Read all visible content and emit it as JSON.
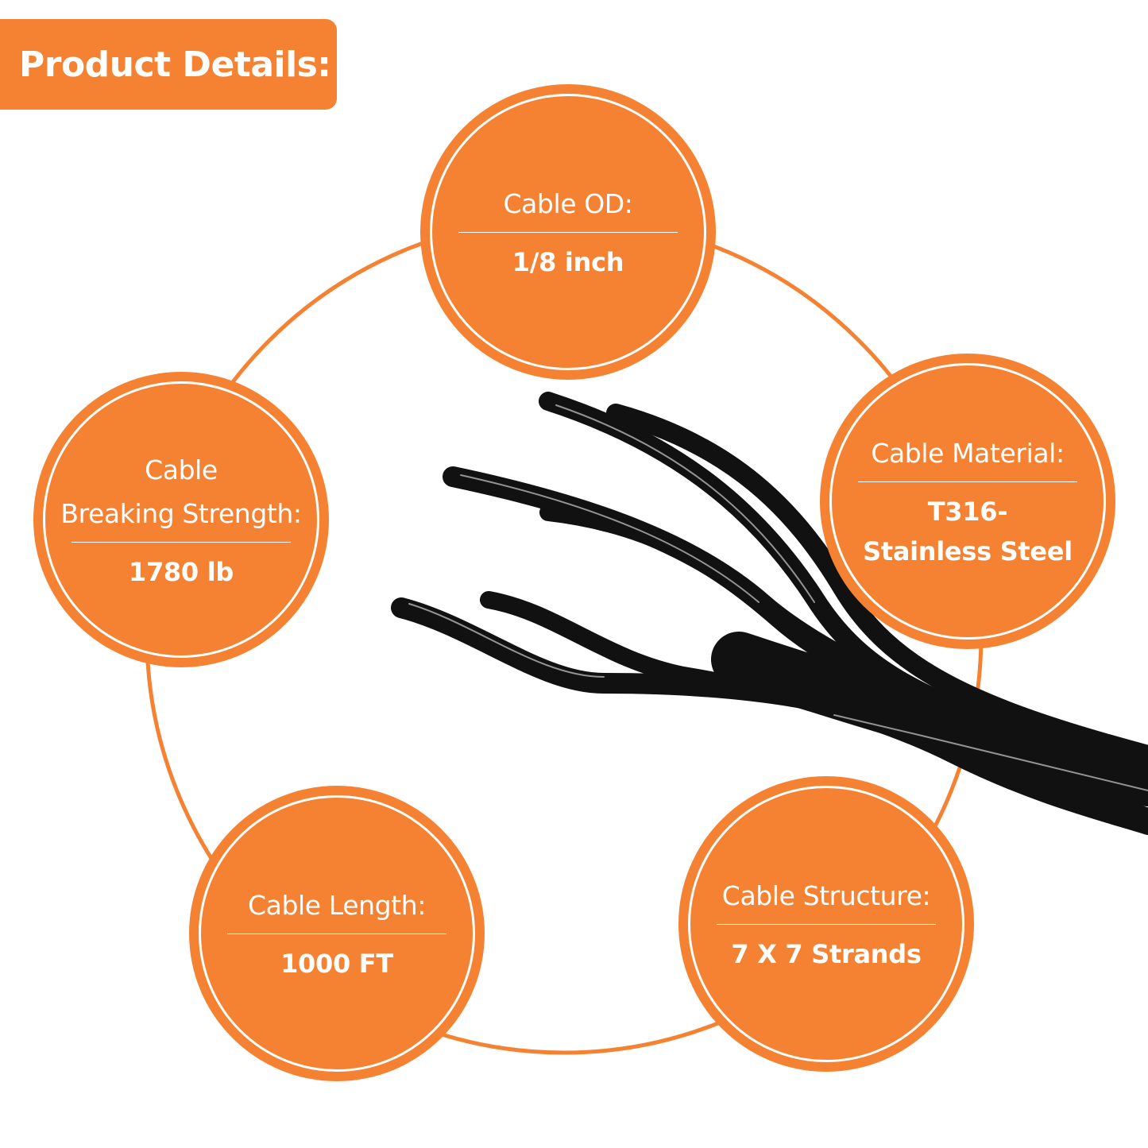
{
  "header": {
    "title": "Product Details:"
  },
  "colors": {
    "accent": "#F58232",
    "text_on_accent": "#FFFFFF",
    "cable": "#111111"
  },
  "badges": {
    "od": {
      "label_lines": [
        "Cable OD:"
      ],
      "value_lines": [
        "1/8 inch"
      ]
    },
    "material": {
      "label_lines": [
        "Cable Material:"
      ],
      "value_lines": [
        "T316-",
        "Stainless Steel"
      ]
    },
    "structure": {
      "label_lines": [
        "Cable Structure:"
      ],
      "value_lines": [
        "7 X 7 Strands"
      ]
    },
    "length": {
      "label_lines": [
        "Cable Length:"
      ],
      "value_lines": [
        "1000 FT"
      ]
    },
    "strength": {
      "label_lines": [
        "Cable",
        "Breaking Strength:"
      ],
      "value_lines": [
        "1780 lb"
      ]
    }
  }
}
